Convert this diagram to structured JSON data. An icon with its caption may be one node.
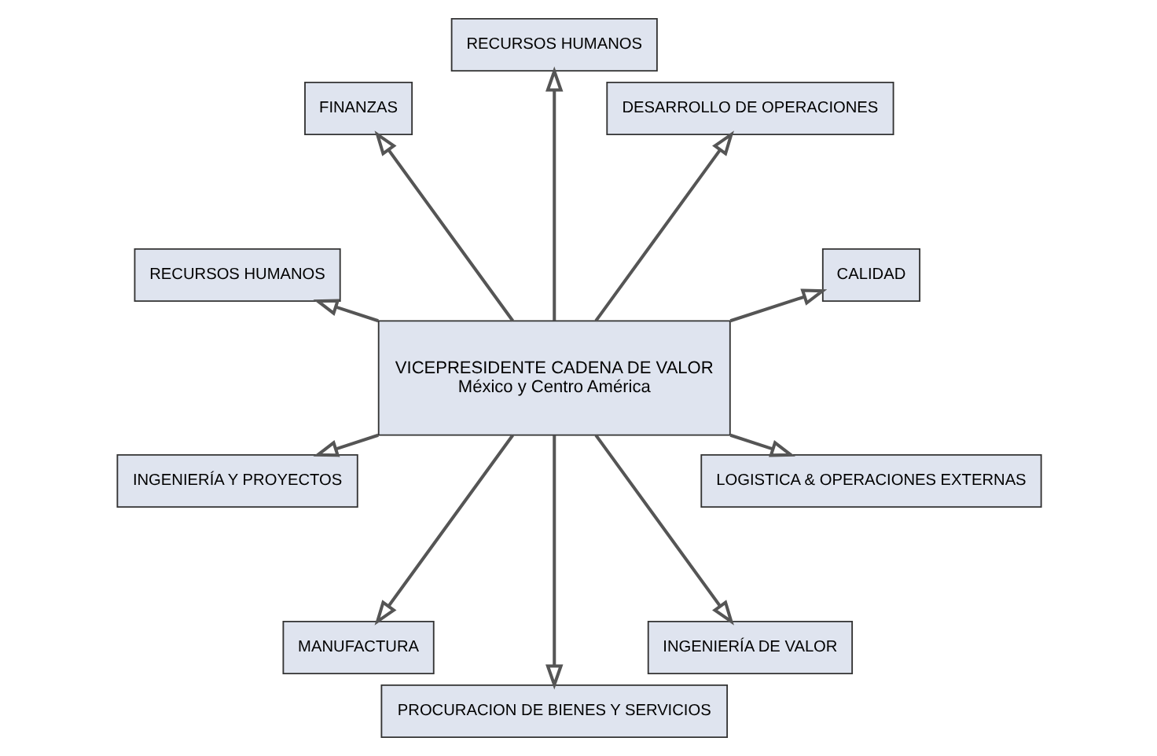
{
  "diagram": {
    "nodes": [
      {
        "text": [
          "VICEPRESIDENTE CADENA DE VALOR",
          "México y Centro América"
        ]
      },
      {
        "text": [
          "CALIDAD"
        ]
      },
      {
        "text": [
          "DESARROLLO DE OPERACIONES"
        ]
      },
      {
        "text": [
          "RECURSOS HUMANOS"
        ]
      },
      {
        "text": [
          "FINANZAS"
        ]
      },
      {
        "text": [
          "RECURSOS HUMANOS"
        ]
      },
      {
        "text": [
          "INGENIERÍA Y PROYECTOS"
        ]
      },
      {
        "text": [
          "MANUFACTURA"
        ]
      },
      {
        "text": [
          "PROCURACION DE BIENES Y SERVICIOS"
        ]
      },
      {
        "text": [
          "INGENIERÍA DE VALOR"
        ]
      },
      {
        "text": [
          "LOGISTICA & OPERACIONES EXTERNAS"
        ]
      }
    ],
    "edges": [
      {
        "from": 0,
        "to": 1,
        "arrow": "to"
      },
      {
        "from": 0,
        "to": 2,
        "arrow": "to"
      },
      {
        "from": 0,
        "to": 3,
        "arrow": "to"
      },
      {
        "from": 0,
        "to": 5,
        "arrow": "to"
      },
      {
        "from": 0,
        "to": 7,
        "arrow": "to"
      },
      {
        "from": 0,
        "to": 10,
        "arrow": "to"
      },
      {
        "from": 0,
        "to": 9,
        "arrow": "to"
      },
      {
        "from": 0,
        "to": 8,
        "arrow": "to"
      },
      {
        "from": 0,
        "to": 6,
        "arrow": "to"
      },
      {
        "from": 0,
        "to": 4,
        "arrow": "to"
      }
    ]
  }
}
